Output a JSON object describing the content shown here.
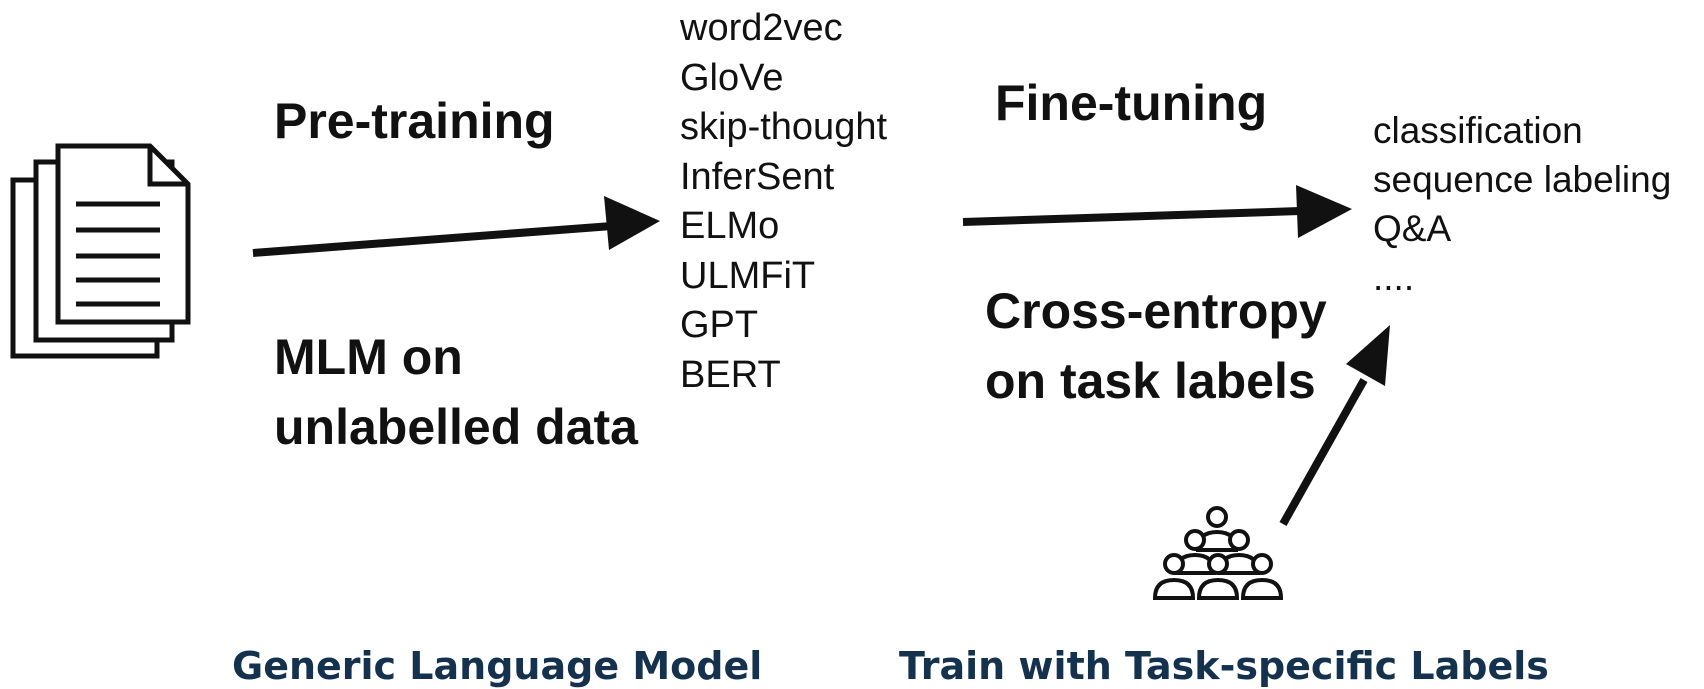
{
  "pretraining": {
    "title": "Pre-training",
    "objective_line1": "MLM on",
    "objective_line2": "unlabelled data",
    "models": [
      "word2vec",
      "GloVe",
      "skip-thought",
      "InferSent",
      "ELMo",
      "ULMFiT",
      "GPT",
      "BERT"
    ]
  },
  "finetuning": {
    "title": "Fine-tuning",
    "objective_line1": "Cross-entropy",
    "objective_line2": "on task labels",
    "tasks": [
      "classification",
      "sequence labeling",
      "Q&A",
      "...."
    ]
  },
  "footer": {
    "left": "Generic Language Model",
    "right": "Train with Task-specific Labels"
  },
  "icons": {
    "documents": "document-stack-icon",
    "people": "people-group-icon"
  },
  "colors": {
    "footer_text": "#14324d",
    "ink": "#111111"
  }
}
